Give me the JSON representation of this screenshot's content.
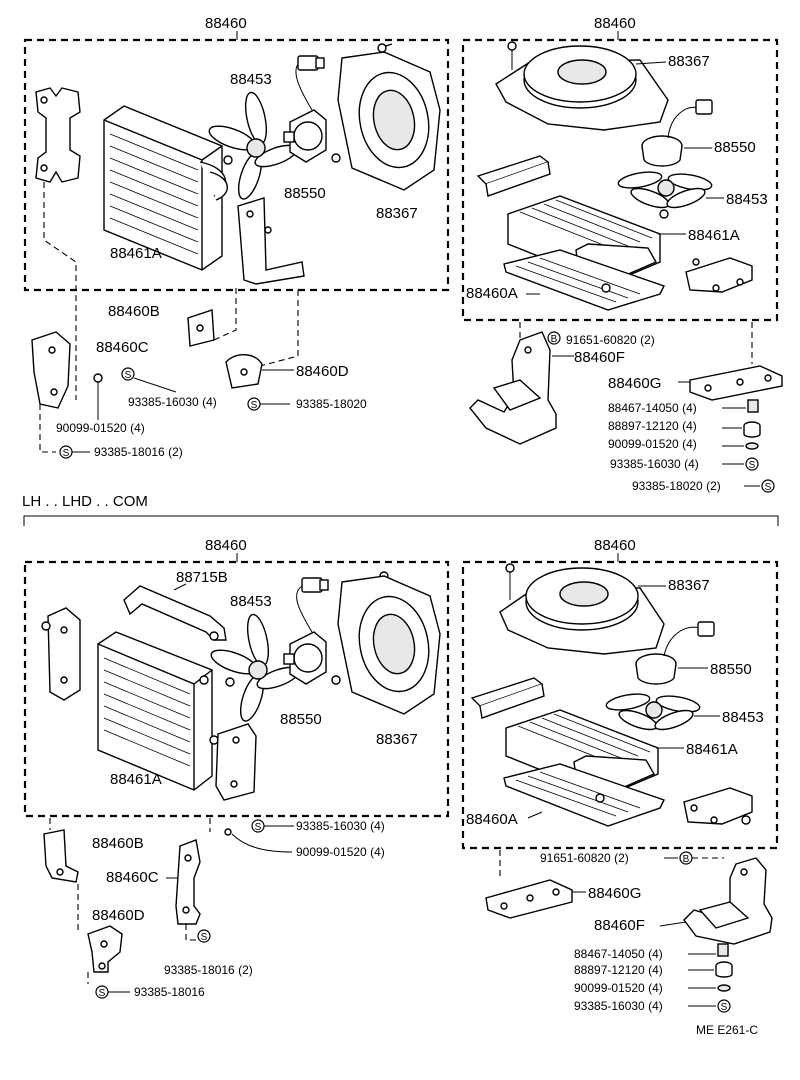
{
  "symbols": {
    "s": "S",
    "b": "B"
  },
  "section_label": "LH . . LHD . . COM",
  "diagram_code": "ME  E261-C",
  "top": {
    "left": {
      "assembly": "88460",
      "fan": "88453",
      "condenser": "88461A",
      "motor": "88550",
      "shroud": "88367",
      "bracket_b": "88460B",
      "bracket_c": "88460C",
      "bracket_d": "88460D",
      "screw_16030": "93385-16030 (4)",
      "screw_18020": "93385-18020",
      "washer": "90099-01520 (4)",
      "screw_18016": "93385-18016 (2)"
    },
    "right": {
      "assembly": "88460",
      "shroud": "88367",
      "motor": "88550",
      "fan": "88453",
      "condenser": "88461A",
      "bracket_a": "88460A",
      "bolt": "91651-60820 (2)",
      "bracket_f": "88460F",
      "bracket_g": "88460G",
      "p14050": "88467-14050 (4)",
      "p12120": "88897-12120 (4)",
      "washer": "90099-01520 (4)",
      "screw_16030": "93385-16030 (4)",
      "screw_18020": "93385-18020 (2)"
    }
  },
  "bottom": {
    "left": {
      "assembly": "88460",
      "pipe": "88715B",
      "fan": "88453",
      "condenser": "88461A",
      "motor": "88550",
      "shroud": "88367",
      "bracket_b": "88460B",
      "bracket_c": "88460C",
      "bracket_d": "88460D",
      "screw_16030": "93385-16030 (4)",
      "washer": "90099-01520 (4)",
      "screw_18016_2": "93385-18016 (2)",
      "screw_18016": "93385-18016"
    },
    "right": {
      "assembly": "88460",
      "shroud": "88367",
      "motor": "88550",
      "fan": "88453",
      "condenser": "88461A",
      "bracket_a": "88460A",
      "bolt": "91651-60820 (2)",
      "bracket_g": "88460G",
      "bracket_f": "88460F",
      "p14050": "88467-14050 (4)",
      "p12120": "88897-12120 (4)",
      "washer": "90099-01520 (4)",
      "screw_16030": "93385-16030 (4)"
    }
  }
}
